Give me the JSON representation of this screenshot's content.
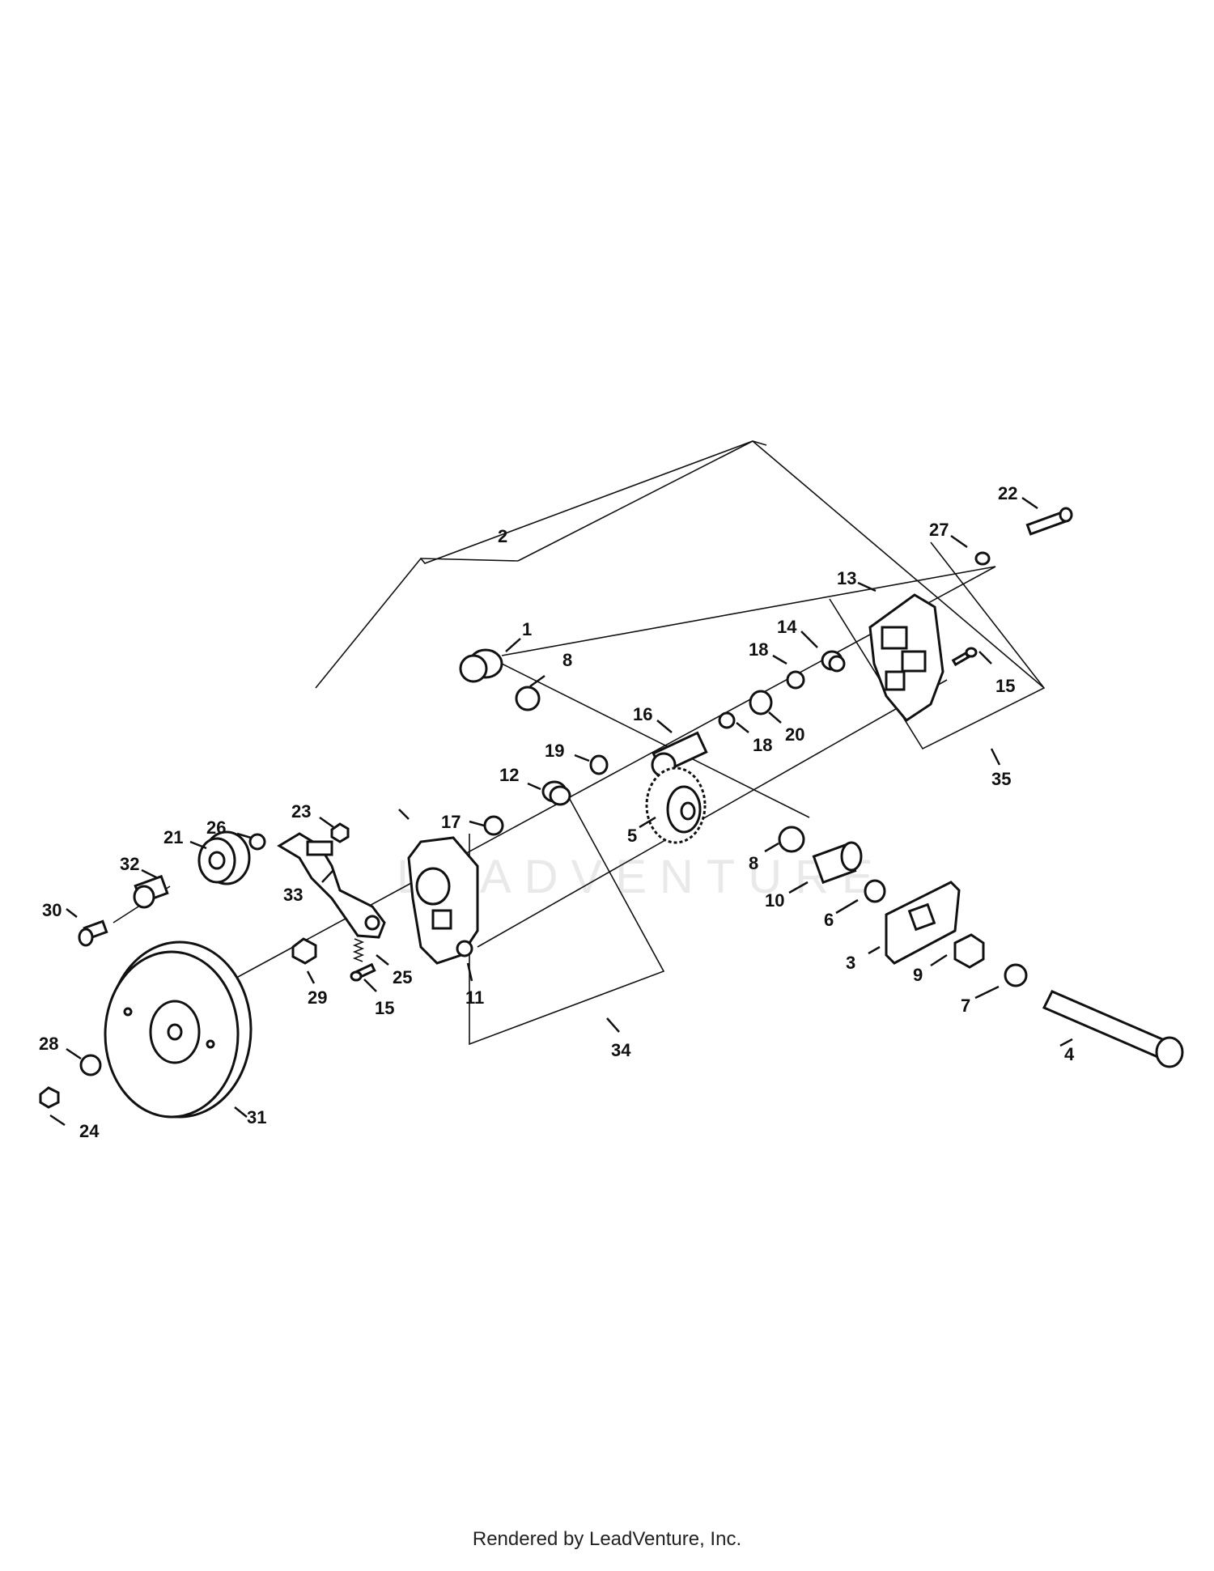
{
  "callouts": [
    {
      "id": "1",
      "label": "1"
    },
    {
      "id": "2",
      "label": "2"
    },
    {
      "id": "3",
      "label": "3"
    },
    {
      "id": "4",
      "label": "4"
    },
    {
      "id": "5",
      "label": "5"
    },
    {
      "id": "6",
      "label": "6"
    },
    {
      "id": "7",
      "label": "7"
    },
    {
      "id": "8a",
      "label": "8"
    },
    {
      "id": "8b",
      "label": "8"
    },
    {
      "id": "9",
      "label": "9"
    },
    {
      "id": "10",
      "label": "10"
    },
    {
      "id": "11",
      "label": "11"
    },
    {
      "id": "12",
      "label": "12"
    },
    {
      "id": "13",
      "label": "13"
    },
    {
      "id": "14",
      "label": "14"
    },
    {
      "id": "15a",
      "label": "15"
    },
    {
      "id": "15b",
      "label": "15"
    },
    {
      "id": "16",
      "label": "16"
    },
    {
      "id": "17",
      "label": "17"
    },
    {
      "id": "18a",
      "label": "18"
    },
    {
      "id": "18b",
      "label": "18"
    },
    {
      "id": "19",
      "label": "19"
    },
    {
      "id": "20",
      "label": "20"
    },
    {
      "id": "21",
      "label": "21"
    },
    {
      "id": "22",
      "label": "22"
    },
    {
      "id": "23",
      "label": "23"
    },
    {
      "id": "24",
      "label": "24"
    },
    {
      "id": "25",
      "label": "25"
    },
    {
      "id": "26",
      "label": "26"
    },
    {
      "id": "27",
      "label": "27"
    },
    {
      "id": "28",
      "label": "28"
    },
    {
      "id": "29",
      "label": "29"
    },
    {
      "id": "30",
      "label": "30"
    },
    {
      "id": "31",
      "label": "31"
    },
    {
      "id": "32",
      "label": "32"
    },
    {
      "id": "33",
      "label": "33"
    },
    {
      "id": "34",
      "label": "34"
    },
    {
      "id": "35",
      "label": "35"
    }
  ],
  "watermark": "LEADVENTURE",
  "footer": "Rendered by LeadVenture, Inc."
}
